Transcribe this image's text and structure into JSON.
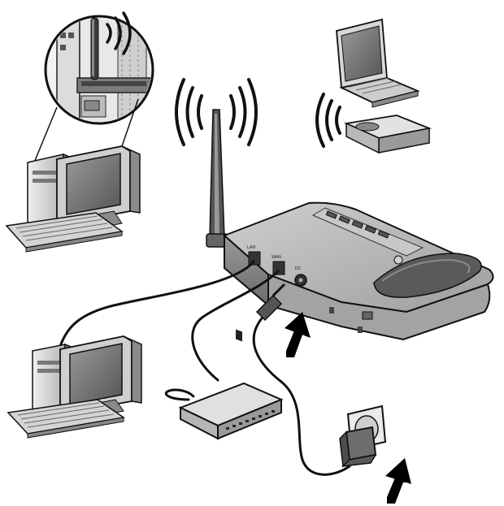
{
  "router": {
    "port_label_1": "LAN",
    "port_label_2": "WAN",
    "port_label_3": "DC"
  },
  "colors": {
    "outline": "#111111",
    "router_top": "#b8b8b8",
    "router_side": "#8c8c8c",
    "router_dark": "#5a5a5a",
    "screen": "#7d7d7d",
    "screen_dark": "#4a4a4a",
    "case": "#d9d9d9",
    "case_shadow": "#a9a9a9",
    "keyboard": "#cfcfcf",
    "arrow": "#000000"
  },
  "icons": {
    "router": "wireless-router",
    "antenna": "antenna",
    "pc_wireless": "desktop-computer-wireless",
    "pc_wired": "desktop-computer-wired",
    "laptop": "laptop-computer",
    "pc_card": "wireless-pc-card",
    "modem": "broadband-modem",
    "power": "power-adapter"
  }
}
